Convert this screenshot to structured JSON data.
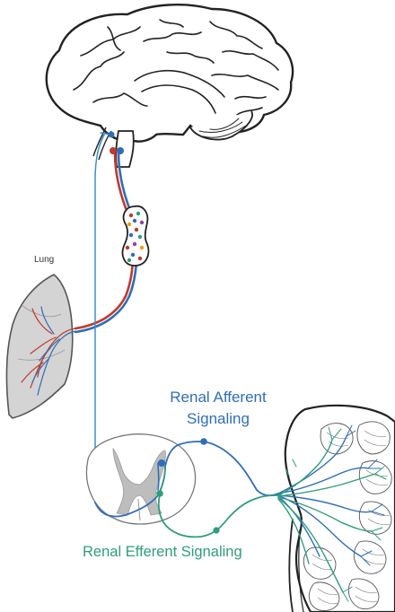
{
  "labels": {
    "lung": "Lung",
    "afferent_line1": "Renal Afferent",
    "afferent_line2": "Signaling",
    "efferent": "Renal Efferent Signaling"
  },
  "colors": {
    "afferent": "#2f6eb5",
    "efferent": "#2e9e7a",
    "vagal_red": "#c0392b",
    "vagal_blue": "#2f6eb5",
    "outline": "#222222",
    "lung_fill": "#d4d4d4",
    "spinal_gray": "#bdbdbd",
    "afferent_light": "#3a8fd0"
  },
  "icons": {
    "brain": "brain-illustration",
    "lung": "lung-illustration",
    "ganglion": "nodose-ganglion",
    "spinal_cord": "spinal-cord-cross-section",
    "kidney": "kidney-illustration"
  }
}
